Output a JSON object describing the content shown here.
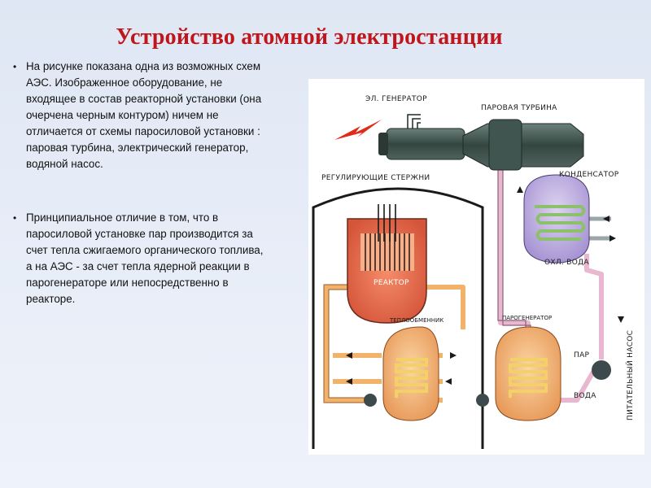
{
  "slide": {
    "title": "Устройство атомной электростанции",
    "bullets": [
      "На рисунке  показана одна из возможных схем АЭС.  Изображенное оборудование, не входящее в состав реакторной установки (она очерчена черным контуром) ничем не отличается от схемы паросиловой установки : паровая турбина, электрический генератор, водяной насос.",
      "Принципиальное отличие в том, что в паросиловой установке пар производится за счет тепла сжигаемого органического топлива, а на АЭС - за счет тепла ядерной реакции в парогенераторе или непосредственно в реакторе."
    ]
  },
  "diagram": {
    "labels": {
      "generator": "ЭЛ. ГЕНЕРАТОР",
      "turbine": "ПАРОВАЯ ТУРБИНА",
      "condenser": "КОНДЕНСАТОР",
      "control_rods": "РЕГУЛИРУЮЩИЕ СТЕРЖНИ",
      "reactor": "РЕАКТОР",
      "cooling_water": "ОХЛ. ВОДА",
      "heat_exchanger": "ТЕПЛООБМЕННИК",
      "steam_generator": "ПАРОГЕНЕРАТОР",
      "steam": "ПАР",
      "water": "ВОДА",
      "feed_pump": "ПИТАТЕЛЬНЫЙ НАСОС"
    },
    "colors": {
      "title": "#c0151a",
      "primary_loop": "#f2b26a",
      "secondary_loop": "#e9b8d0",
      "reactor_core": "#e36a4a",
      "condenser": "#b6a6da",
      "pump": "#3c4a4d",
      "turbine": "#3f5450"
    }
  }
}
